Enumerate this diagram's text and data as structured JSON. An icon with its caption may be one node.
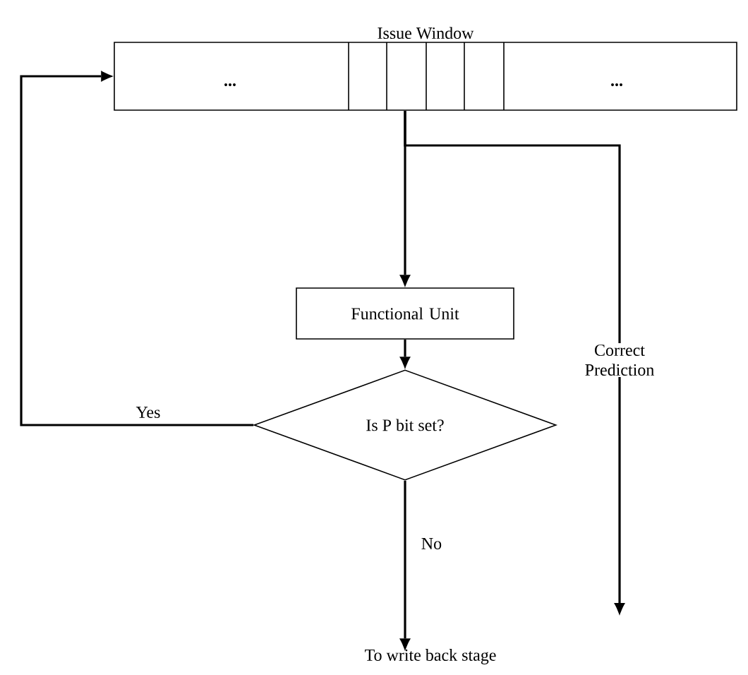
{
  "diagram": {
    "nodes": [
      {
        "text": [
          "Issue Window",
          "...",
          "..."
        ]
      },
      {
        "text": [
          "Functional Unit"
        ]
      },
      {
        "text": [
          "Is P bit set?"
        ]
      },
      {
        "text": [
          "To write back stage"
        ]
      }
    ],
    "edges": [
      {
        "from": 0,
        "to": 1,
        "arrow": "to"
      },
      {
        "from": 1,
        "to": 2,
        "arrow": "to"
      },
      {
        "from": 2,
        "to": 3,
        "arrow": "to",
        "label": "No"
      },
      {
        "from": 2,
        "to": 0,
        "arrow": "to",
        "label": "Yes"
      },
      {
        "from": 0,
        "to": null,
        "arrow": "to",
        "label": "Correct Prediction"
      }
    ]
  }
}
